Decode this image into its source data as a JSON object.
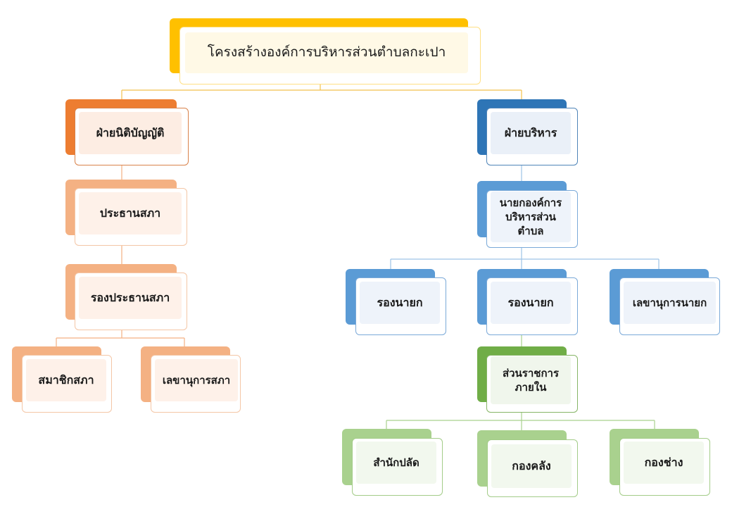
{
  "title": "โครงสร้างองค์การบริหารส่วนตำบลกะเปา",
  "legislative": {
    "head": "ฝ่ายนิติบัญญัติ",
    "chair": "ประธานสภา",
    "vice_chair": "รองประธานสภา",
    "members": "สมาชิกสภา",
    "secretary": "เลขานุการสภา"
  },
  "executive": {
    "head": "ฝ่ายบริหาร",
    "mayor": "นายกองค์การบริหารส่วนตำบล",
    "deputy_1": "รองนายก",
    "deputy_2": "รองนายก",
    "secretary": "เลขานุการนายก"
  },
  "internal": {
    "head": "ส่วนราชการภายใน",
    "office": "สำนักปลัด",
    "finance": "กองคลัง",
    "engineering": "กองช่าง"
  },
  "colors": {
    "title_accent": "#FFC000",
    "legislative_dark": "#ED7D31",
    "legislative_light": "#F4B183",
    "executive_dark": "#2E75B6",
    "executive_light": "#5B9BD5",
    "internal_dark": "#70AD47",
    "internal_light": "#A9D18E"
  }
}
